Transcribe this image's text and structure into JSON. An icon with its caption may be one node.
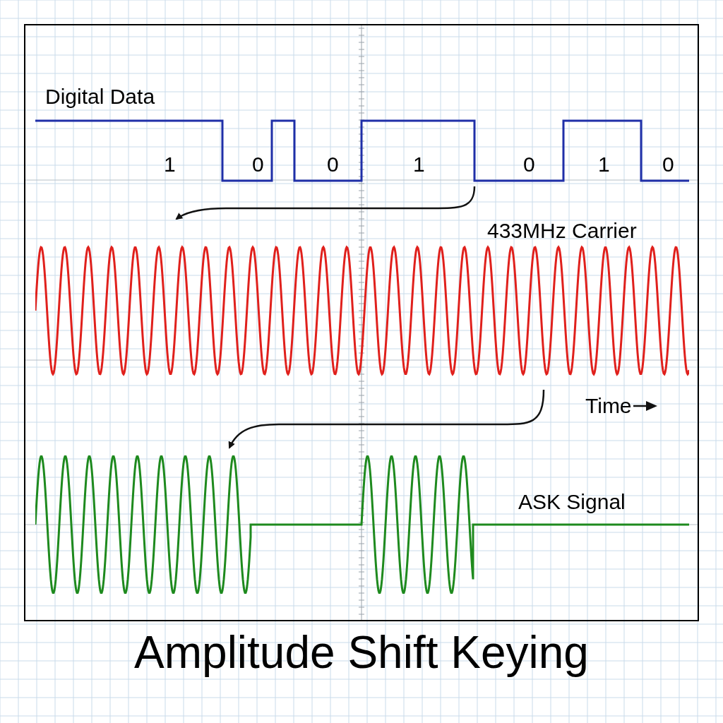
{
  "diagram": {
    "title": "Amplitude Shift Keying",
    "nodes": [
      {
        "text": [
          "Digital Data"
        ]
      },
      {
        "text": [
          "433MHz Carrier"
        ]
      },
      {
        "text": [
          "ASK Signal"
        ]
      }
    ],
    "edges": [
      {
        "from": 0,
        "to": 1,
        "arrow": "to"
      },
      {
        "from": 1,
        "to": 2,
        "arrow": "to"
      }
    ],
    "labels": [
      "1",
      "0",
      "0",
      "1",
      "0",
      "1",
      "0",
      "Time"
    ]
  }
}
